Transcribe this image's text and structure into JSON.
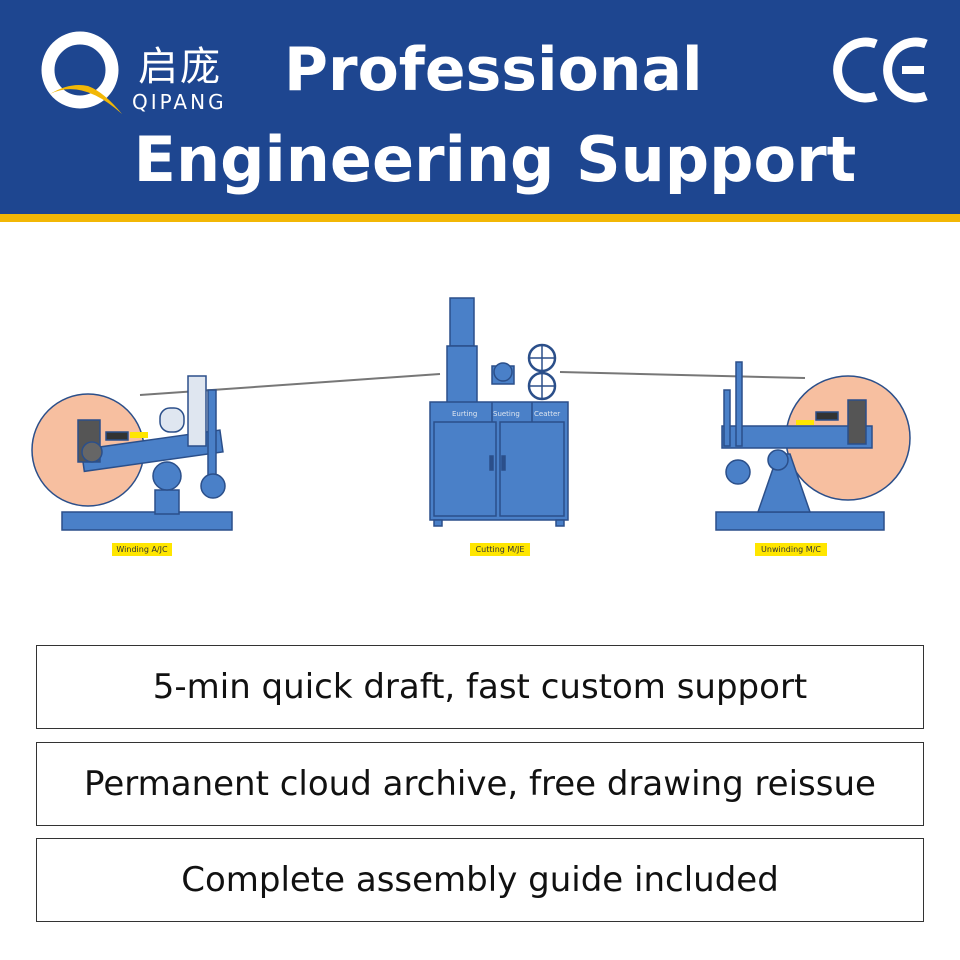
{
  "brand": {
    "name_cn": "启庞",
    "name_en": "QIPANG",
    "colors": {
      "header_bg": "#1e4690",
      "accent_bar": "#f2b705",
      "logo_gold": "#f2b705"
    }
  },
  "header": {
    "title_line1": "Professional",
    "title_line2": "Engineering Support",
    "cert_mark": "CE"
  },
  "diagram": {
    "machines": {
      "winding": {
        "tag": "Winding A/JC"
      },
      "cutting": {
        "tag": "Cutting M/JE",
        "panel_labels": [
          "Eurting",
          "Sueting",
          "Ceatter"
        ]
      },
      "unwinding": {
        "tag": "Unwinding M/C"
      }
    },
    "colors": {
      "machine_blue": "#4a80c8",
      "outline": "#2b4f8a",
      "roll": "#f7bfa0",
      "tag": "#ffe600"
    }
  },
  "features": [
    {
      "text": "5-min quick draft, fast custom support"
    },
    {
      "text": "Permanent cloud archive, free drawing reissue"
    },
    {
      "text": "Complete assembly guide included"
    }
  ]
}
